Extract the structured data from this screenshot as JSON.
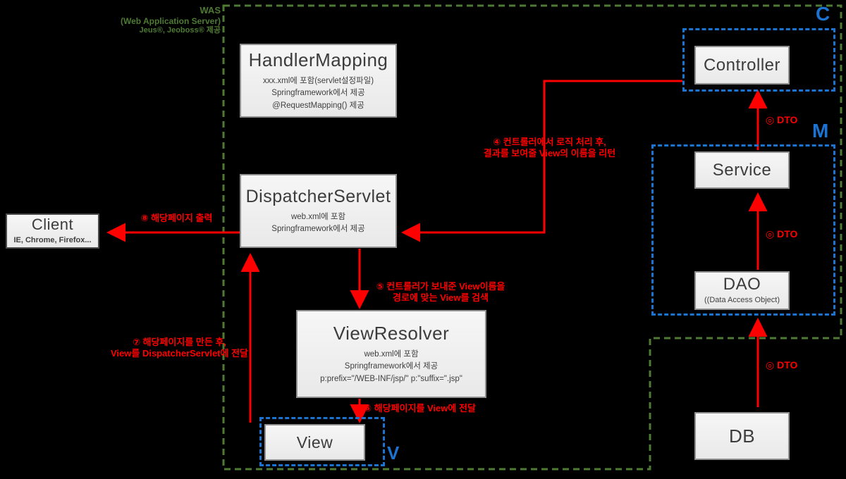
{
  "was": {
    "title": "WAS",
    "subtitle": "(Web Application Server)",
    "products": "Jeus®, Jeoboss® 제공"
  },
  "regions": {
    "c": "C",
    "m": "M",
    "v": "V"
  },
  "boxes": {
    "client": {
      "title": "Client",
      "subtitle": "IE, Chrome, Firefox..."
    },
    "handler_mapping": {
      "title": "HandlerMapping",
      "lines": [
        "xxx.xml에 포함(servlet설정파일)",
        "Springframework에서 제공",
        "@RequestMapping() 제공"
      ]
    },
    "dispatcher_servlet": {
      "title": "DispatcherServlet",
      "lines": [
        "web.xml에 포함",
        "Springframework에서 제공"
      ]
    },
    "view_resolver": {
      "title": "ViewResolver",
      "lines": [
        "web.xml에 포함",
        "Springframework에서 제공",
        "p:prefix=\"/WEB-INF/jsp/\"  p:\"suffix=\".jsp\""
      ]
    },
    "view": {
      "title": "View"
    },
    "controller": {
      "title": "Controller"
    },
    "service": {
      "title": "Service"
    },
    "dao": {
      "title": "DAO",
      "subtitle": "((Data Access Object)"
    },
    "db": {
      "title": "DB"
    }
  },
  "labels": {
    "step4_line1": "④ 컨트롤러에서 로직 처리 후,",
    "step4_line2": "결과를 보여줄 View의 이름을 리턴",
    "step5_line1": "⑤ 컨트롤러가 보내준 View이름을",
    "step5_line2": "경로에 맞는 View를 검색",
    "step6": "⑥ 해당페이지를 View에 전달",
    "step7_line1": "⑦ 해당페이지를 만든 후,",
    "step7_line2": "View를 DispatcherServlet에 전달",
    "step8": "⑧ 해당페이지 출력",
    "dto_service_controller": "◎ DTO",
    "dto_dao_service": "◎ DTO",
    "dto_db_dao": "◎ DTO"
  },
  "colors": {
    "was_green": "#4e7a33",
    "mvc_blue": "#1b74d2",
    "arrow_red": "#ff0000",
    "box_fill": "#efefef"
  }
}
